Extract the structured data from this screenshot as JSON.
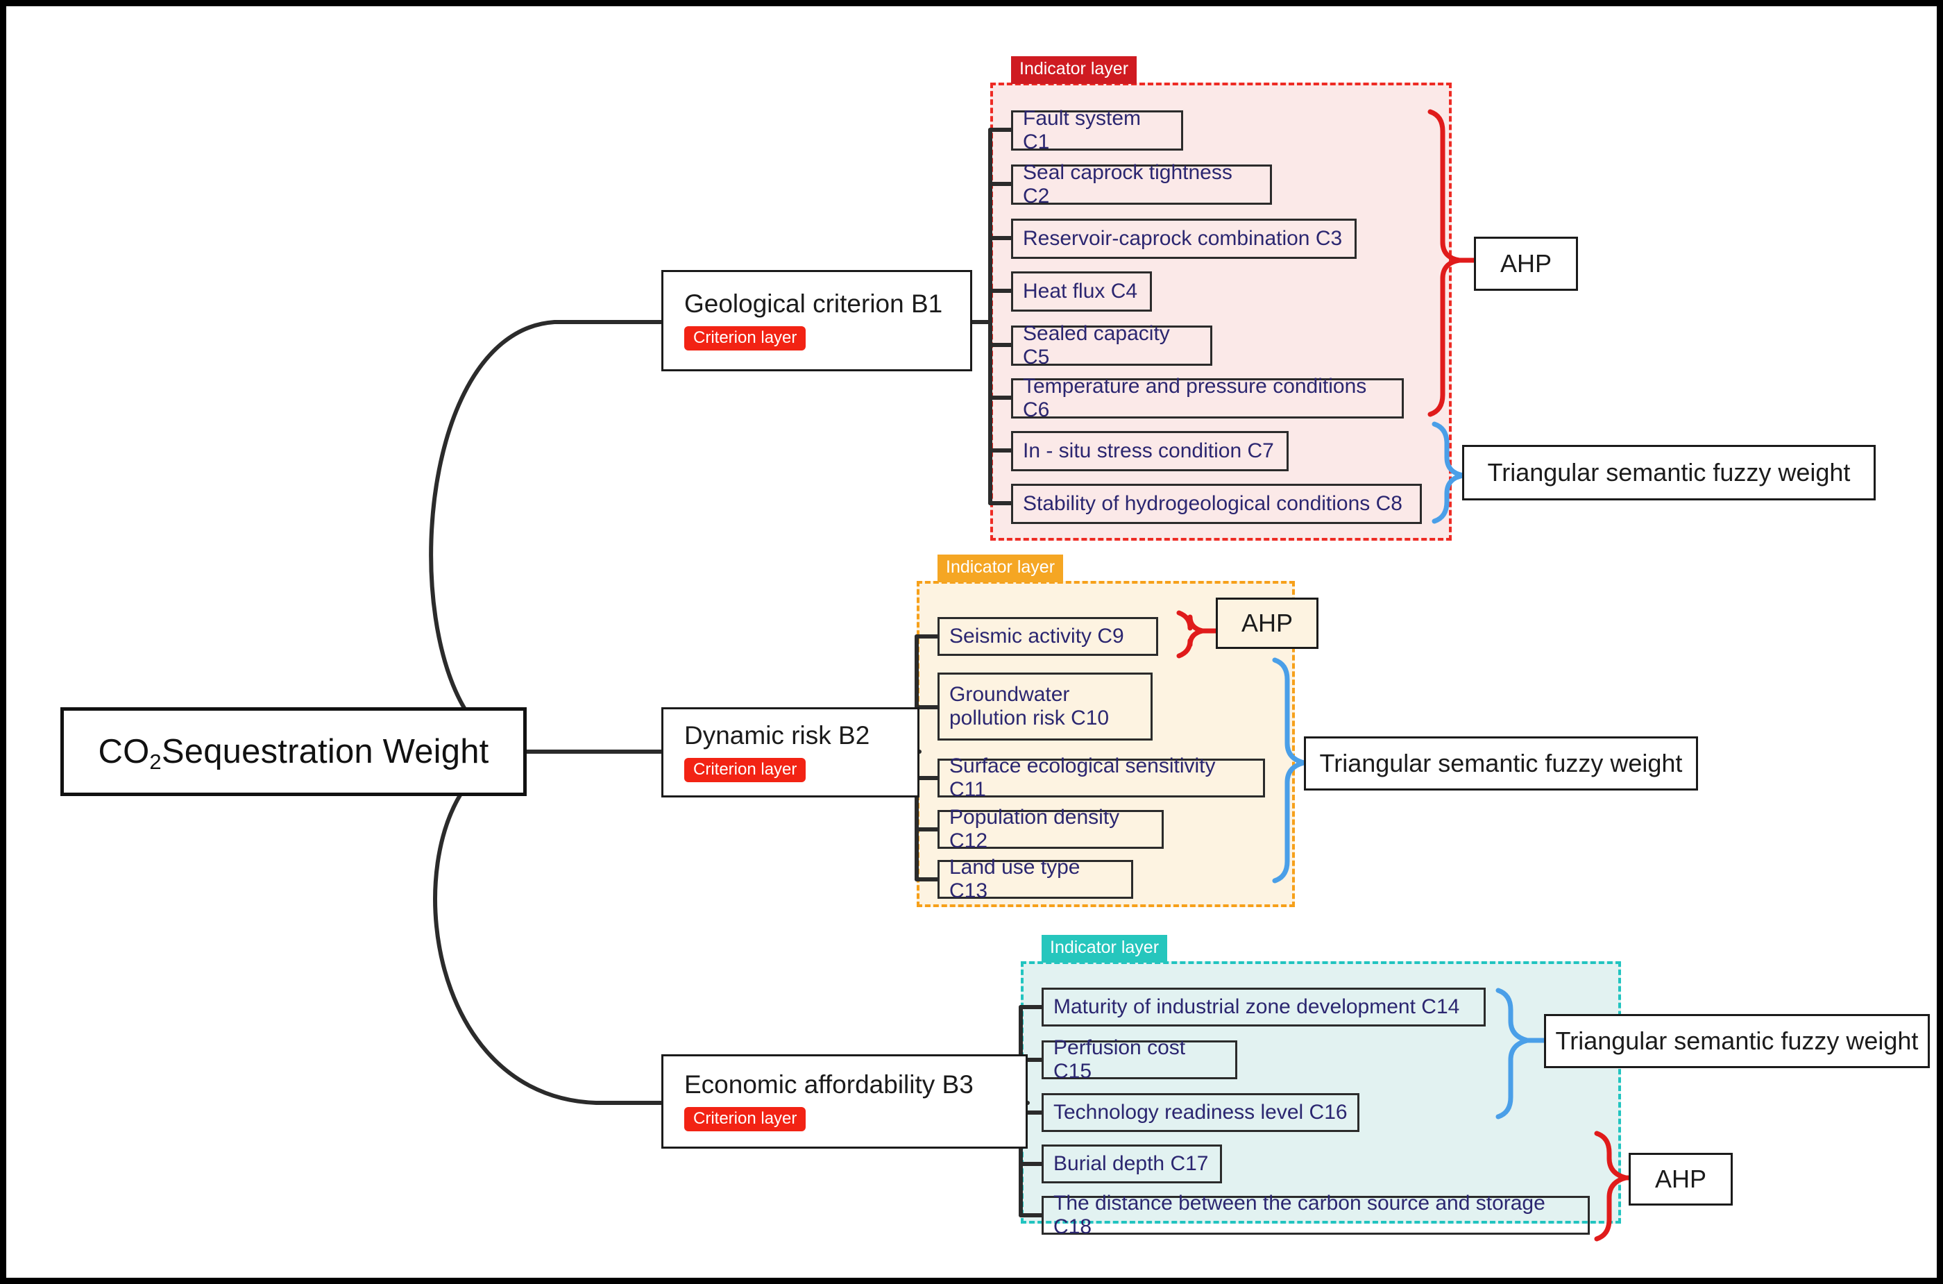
{
  "root": {
    "label_prefix": "CO",
    "label_sub": "2",
    "label_suffix": "Sequestration Weight"
  },
  "criteria": [
    {
      "id": "B1",
      "title": "Geological criterion B1",
      "badge": "Criterion layer",
      "badge_color": "#f22314"
    },
    {
      "id": "B2",
      "title": "Dynamic risk B2",
      "badge": "Criterion layer",
      "badge_color": "#f22314"
    },
    {
      "id": "B3",
      "title": "Economic affordability B3",
      "badge": "Criterion layer",
      "badge_color": "#f22314"
    }
  ],
  "regions": [
    {
      "id": "geo",
      "badge": "Indicator layer",
      "badge_color": "#cf1b21",
      "fill": "#fbe9e8",
      "border": "#ee2b24"
    },
    {
      "id": "dyn",
      "badge": "Indicator layer",
      "badge_color": "#f5a623",
      "fill": "#fdf3e1",
      "border": "#f6a01a"
    },
    {
      "id": "eco",
      "badge": "Indicator layer",
      "badge_color": "#26c6bd",
      "fill": "#e2f2f1",
      "border": "#22c4c0"
    }
  ],
  "indicators": {
    "geological": [
      "Fault system C1",
      "Seal caprock tightness C2",
      "Reservoir-caprock combination C3",
      "Heat flux C4",
      "Sealed capacity C5",
      "Temperature and pressure conditions C6",
      "In - situ stress condition C7",
      "Stability of hydrogeological conditions C8"
    ],
    "dynamic_risk": [
      "Seismic activity C9",
      "Groundwater\npollution risk C10",
      "Surface ecological sensitivity C11",
      "Population density C12",
      "Land use type C13"
    ],
    "economic": [
      "Maturity of industrial zone development C14",
      "Perfusion cost C15",
      "Technology readiness level C16",
      "Burial depth C17",
      "The distance between the carbon source and storage C18"
    ]
  },
  "methods": {
    "ahp_1": "AHP",
    "tsfw_1": "Triangular semantic fuzzy weight",
    "ahp_2": "AHP",
    "tsfw_2": "Triangular semantic fuzzy weight",
    "tsfw_3": "Triangular semantic fuzzy weight",
    "ahp_3": "AHP"
  },
  "colors": {
    "brace_red": "#e01b1b",
    "brace_blue": "#4a9fe8",
    "connector": "#2b2b2b",
    "indicator_text": "#2b2670"
  }
}
